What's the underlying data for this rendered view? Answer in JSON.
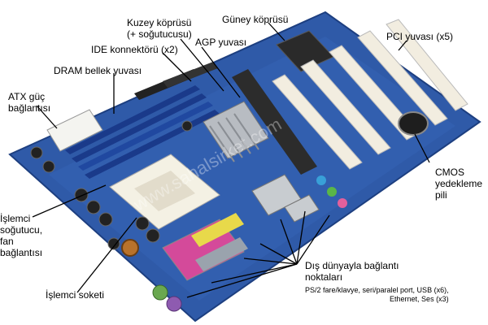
{
  "watermark": "www.sahalsirket.com",
  "colors": {
    "board": "#2f5aa8",
    "label_text": "#000000",
    "pci_slot": "#f2ede0",
    "agp_slot": "#2c2c2c",
    "dram_slot": "#1a3a8a"
  },
  "labels": {
    "north_bridge": "Kuzey köprüsü\n(+ soğutucusu)",
    "south_bridge": "Güney köprüsü",
    "ide": "IDE konnektörü (x2)",
    "agp": "AGP yuvası",
    "pci": "PCI yuvası (x5)",
    "dram": "DRAM bellek yuvası",
    "atx": "ATX güç\nbağlantısı",
    "cmos": "CMOS\nyedekleme\npili",
    "cpu_fan": "İşlemci\nsoğutucu,\nfan\nbağlantısı",
    "cpu_socket": "İşlemci soketi",
    "external": "Dış dünyayla bağlantı\nnoktaları",
    "external_detail": "PS/2 fare/klavye, seri/paralel port, USB (x6),\nEthernet, Ses (x3)"
  }
}
